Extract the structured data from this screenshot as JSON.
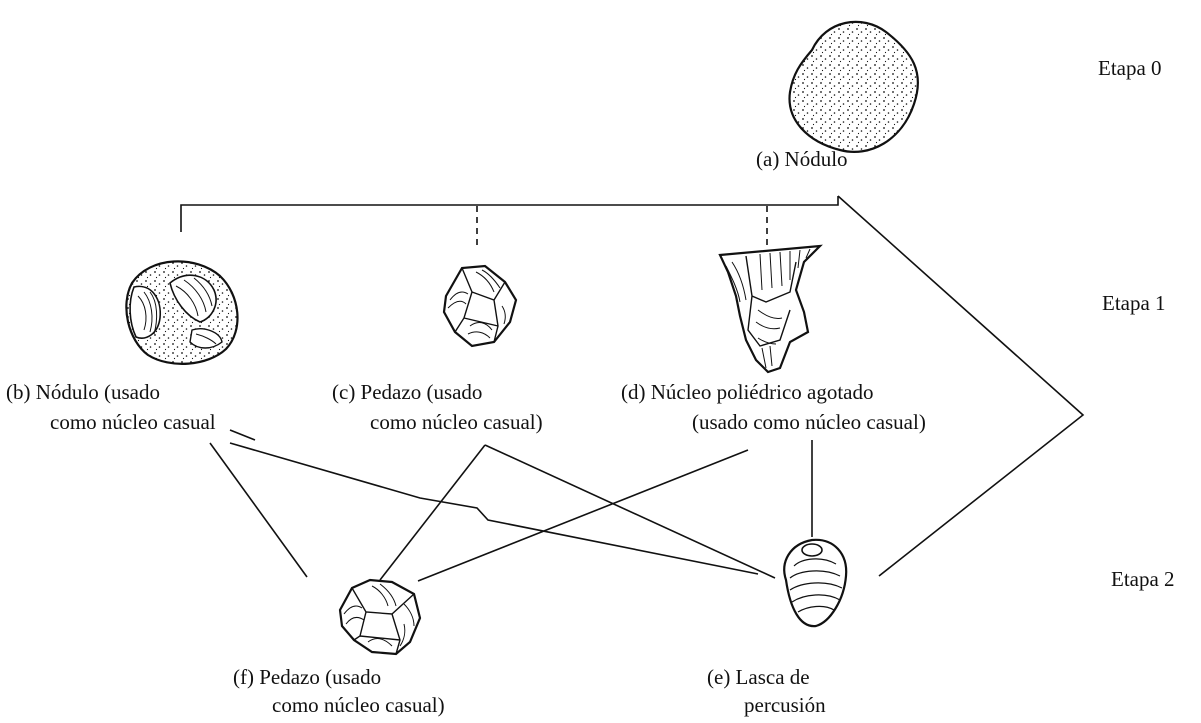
{
  "stages": [
    "Etapa 0",
    "Etapa 1",
    "Etapa 2"
  ],
  "items": {
    "a": {
      "line1": "(a) Nódulo"
    },
    "b": {
      "line1": "(b) Nódulo (usado",
      "line2": "como núcleo casual"
    },
    "c": {
      "line1": "(c) Pedazo (usado",
      "line2": "como núcleo casual)"
    },
    "d": {
      "line1": "(d) Núcleo poliédrico agotado",
      "line2": "(usado como núcleo casual)"
    },
    "e": {
      "line1": "(e) Lasca de",
      "line2": "percusión"
    },
    "f": {
      "line1": "(f) Pedazo (usado",
      "line2": "como núcleo casual)"
    }
  },
  "colors": {
    "ink": "#111111",
    "background": "#ffffff"
  }
}
